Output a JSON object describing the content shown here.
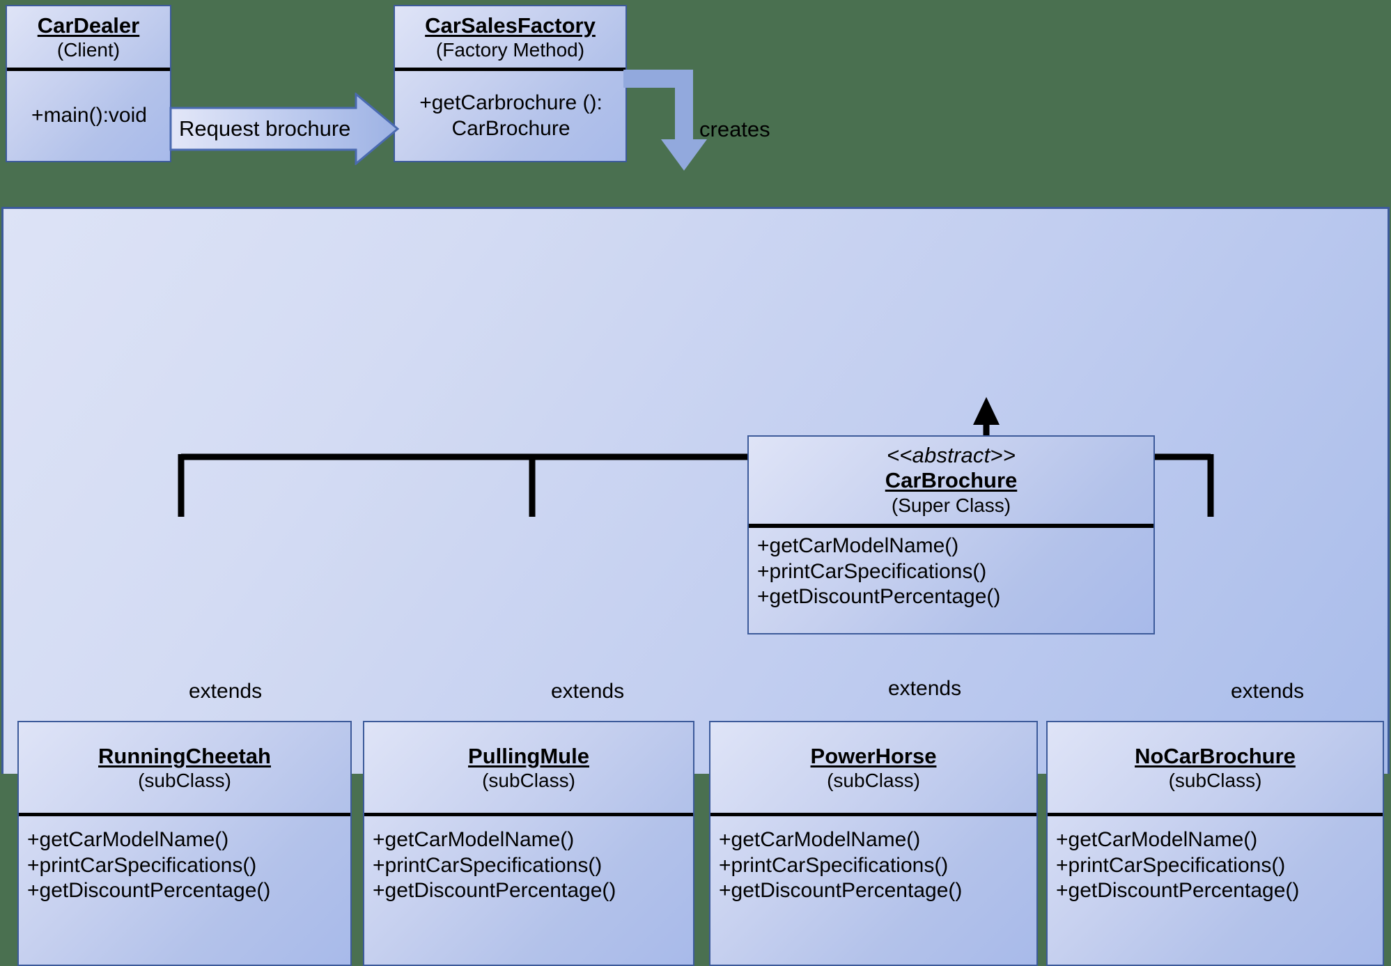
{
  "diagram": {
    "title": "Factory Method UML Class Diagram",
    "background_color": "#4a7050",
    "panel_border_color": "#3c5a9a",
    "box_border_color": "#3c5a9a",
    "arrow_fill_color": "#92a9dd",
    "line_color": "#000000"
  },
  "client_box": {
    "name": "CarDealer",
    "role": "(Client)",
    "members": [
      "+main():void"
    ]
  },
  "factory_box": {
    "name": "CarSalesFactory",
    "role": "(Factory Method)",
    "members": [
      "+getCarbrochure ():",
      "CarBrochure"
    ]
  },
  "request_arrow": {
    "label": "Request brochure"
  },
  "creates_arrow": {
    "label": "creates"
  },
  "super_class_box": {
    "stereotype": "<<abstract>>",
    "name": "CarBrochure",
    "role": "(Super Class)",
    "members": [
      "+getCarModelName()",
      "+printCarSpecifications()",
      "+getDiscountPercentage()"
    ]
  },
  "inheritance": {
    "labels": [
      "extends",
      "extends",
      "extends",
      "extends"
    ]
  },
  "subclasses": [
    {
      "name": "RunningCheetah",
      "role": "(subClass)",
      "members": [
        "+getCarModelName()",
        "+printCarSpecifications()",
        "+getDiscountPercentage()"
      ]
    },
    {
      "name": "PullingMule",
      "role": "(subClass)",
      "members": [
        "+getCarModelName()",
        "+printCarSpecifications()",
        "+getDiscountPercentage()"
      ]
    },
    {
      "name": "PowerHorse",
      "role": "(subClass)",
      "members": [
        "+getCarModelName()",
        "+printCarSpecifications()",
        "+getDiscountPercentage()"
      ]
    },
    {
      "name": "NoCarBrochure",
      "role": "(subClass)",
      "members": [
        "+getCarModelName()",
        "+printCarSpecifications()",
        "+getDiscountPercentage()"
      ]
    }
  ]
}
